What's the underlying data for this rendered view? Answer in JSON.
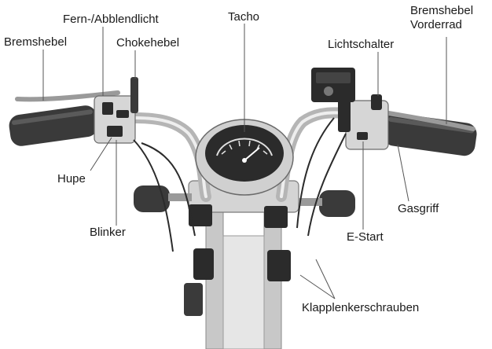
{
  "labels": {
    "brake_lever_left": "Bremshebel",
    "high_low_beam": "Fern-/Abblendlicht",
    "choke_lever": "Chokehebel",
    "speedometer": "Tacho",
    "light_switch": "Lichtschalter",
    "brake_lever_front_line1": "Bremshebel",
    "brake_lever_front_line2": "Vorderrad",
    "horn": "Hupe",
    "indicator": "Blinker",
    "throttle_grip": "Gasgriff",
    "e_start": "E-Start",
    "mirror_screws": "Klapplenkerschrauben"
  },
  "colors": {
    "label_text": "#1a1a1a",
    "leader_line": "#555555",
    "grip": "#3a3a3a",
    "chrome": "#d9d9d9",
    "dark_part": "#2b2b2b",
    "fork": "#bfbfbf"
  }
}
